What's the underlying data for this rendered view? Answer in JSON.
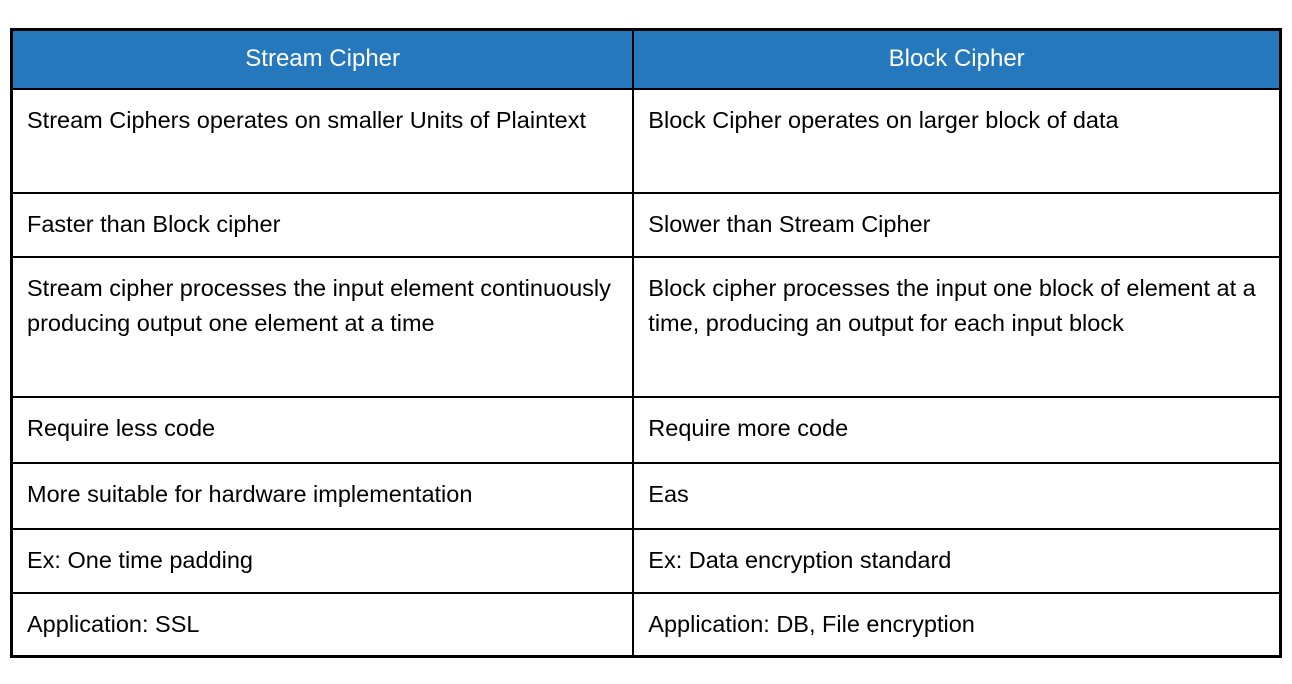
{
  "colors": {
    "header_bg": "#2578BC",
    "header_text": "#FFFFFF",
    "border": "#000000",
    "body_text": "#000000"
  },
  "table": {
    "headers": [
      "Stream Cipher",
      "Block Cipher"
    ],
    "rows": [
      {
        "cells": [
          "Stream Ciphers operates on smaller Units of Plaintext",
          "Block Cipher operates on larger block of data"
        ]
      },
      {
        "cells": [
          "Faster than Block cipher",
          "Slower than Stream Cipher"
        ]
      },
      {
        "cells": [
          "Stream cipher processes the input element continuously producing output one element at a time",
          "Block cipher processes the input one block of element at a time, producing an output for each input block"
        ]
      },
      {
        "cells": [
          "Require less code",
          "Require more code"
        ]
      },
      {
        "cells": [
          "More suitable for hardware implementation",
          "Eas"
        ]
      },
      {
        "cells": [
          "Ex: One time padding",
          "Ex: Data encryption standard"
        ]
      },
      {
        "cells": [
          "Application: SSL",
          "Application: DB, File encryption"
        ]
      }
    ]
  }
}
